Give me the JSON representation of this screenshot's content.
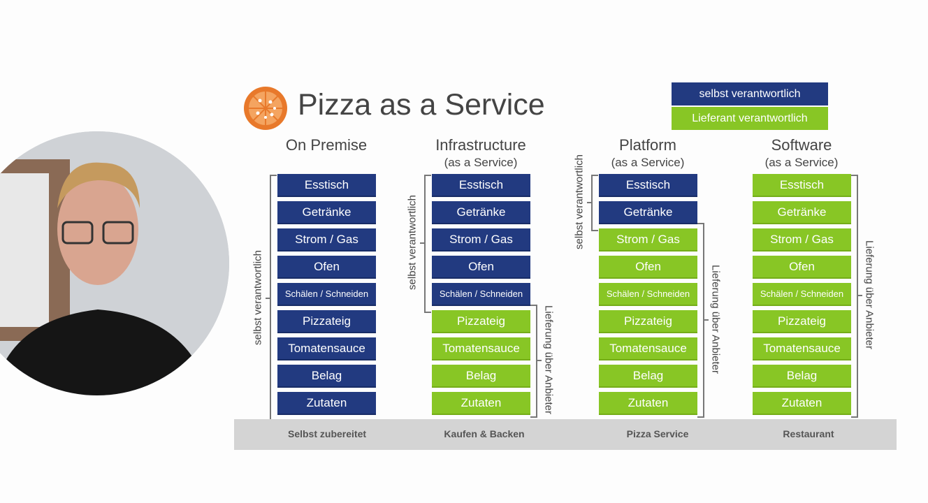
{
  "title": "Pizza as a Service",
  "legend": {
    "self": "selbst verantwortlich",
    "provider": "Lieferant verantwortlich",
    "self_color": "#223a80",
    "provider_color": "#88c625"
  },
  "columns": [
    {
      "title": "On Premise",
      "subtitle": "",
      "footer": "Selbst zubereitet",
      "self_count": 9,
      "self_label": "selbst verantwortlich",
      "provider_label": ""
    },
    {
      "title": "Infrastructure",
      "subtitle": "(as a Service)",
      "footer": "Kaufen & Backen",
      "self_count": 5,
      "self_label": "selbst verantwortlich",
      "provider_label": "Lieferung über Anbieter"
    },
    {
      "title": "Platform",
      "subtitle": "(as a Service)",
      "footer": "Pizza Service",
      "self_count": 2,
      "self_label": "selbst verantwortlich",
      "provider_label": "Lieferung über Anbieter"
    },
    {
      "title": "Software",
      "subtitle": "(as a Service)",
      "footer": "Restaurant",
      "self_count": 0,
      "self_label": "",
      "provider_label": "Lieferung über Anbieter"
    }
  ],
  "items": [
    "Esstisch",
    "Getränke",
    "Strom / Gas",
    "Ofen",
    "Schälen / Schneiden",
    "Pizzateig",
    "Tomatensauce",
    "Belag",
    "Zutaten"
  ]
}
